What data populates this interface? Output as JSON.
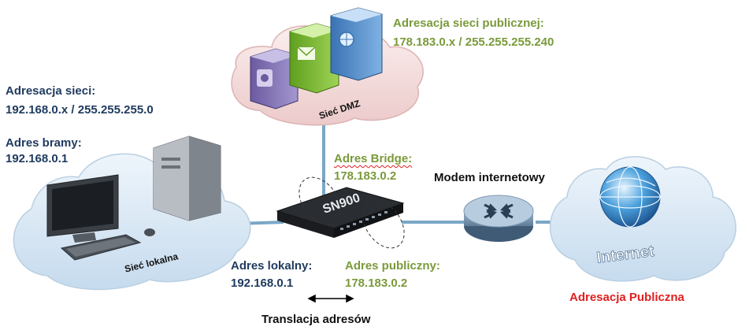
{
  "colors": {
    "navy_text": "#1f3a5f",
    "green_text": "#7a9a3a",
    "red_text": "#e02020",
    "cloud_fill": "#d3e4f2",
    "dmz_fill": "#f1d4d4",
    "link_line": "#7aa7c7"
  },
  "labels": {
    "local_network_addressing_title": "Adresacja sieci:",
    "local_network_addressing_value": "192.168.0.x / 255.255.255.0",
    "gateway_title": "Adres bramy:",
    "gateway_value": "192.168.0.1",
    "public_network_addressing_title": "Adresacja sieci publicznej:",
    "public_network_addressing_value": "178.183.0.x / 255.255.255.240",
    "bridge_address_title": "Adres Bridge:",
    "bridge_address_value": "178.183.0.2",
    "modem_label": "Modem internetowy",
    "local_address_title": "Adres lokalny:",
    "local_address_value": "192.168.0.1",
    "public_address_title": "Adres publiczny:",
    "public_address_value": "178.183.0.2",
    "translation_label": "Translacja adresów",
    "public_addressing_label": "Adresacja Publiczna"
  },
  "network_names": {
    "local": "Sieć lokalna",
    "dmz": "Sieć DMZ",
    "internet": "Internet"
  },
  "device_labels": {
    "firewall_model": "SN900"
  },
  "icons": {
    "local_cloud": "cloud-shape",
    "dmz_cloud": "cloud-shape",
    "internet_cloud": "cloud-shape",
    "workstation": "desktop-computer-icon",
    "servers": "server-icon",
    "firewall": "firewall-appliance-icon",
    "router": "router-icon",
    "globe": "globe-icon",
    "arrow": "double-arrow-icon"
  }
}
